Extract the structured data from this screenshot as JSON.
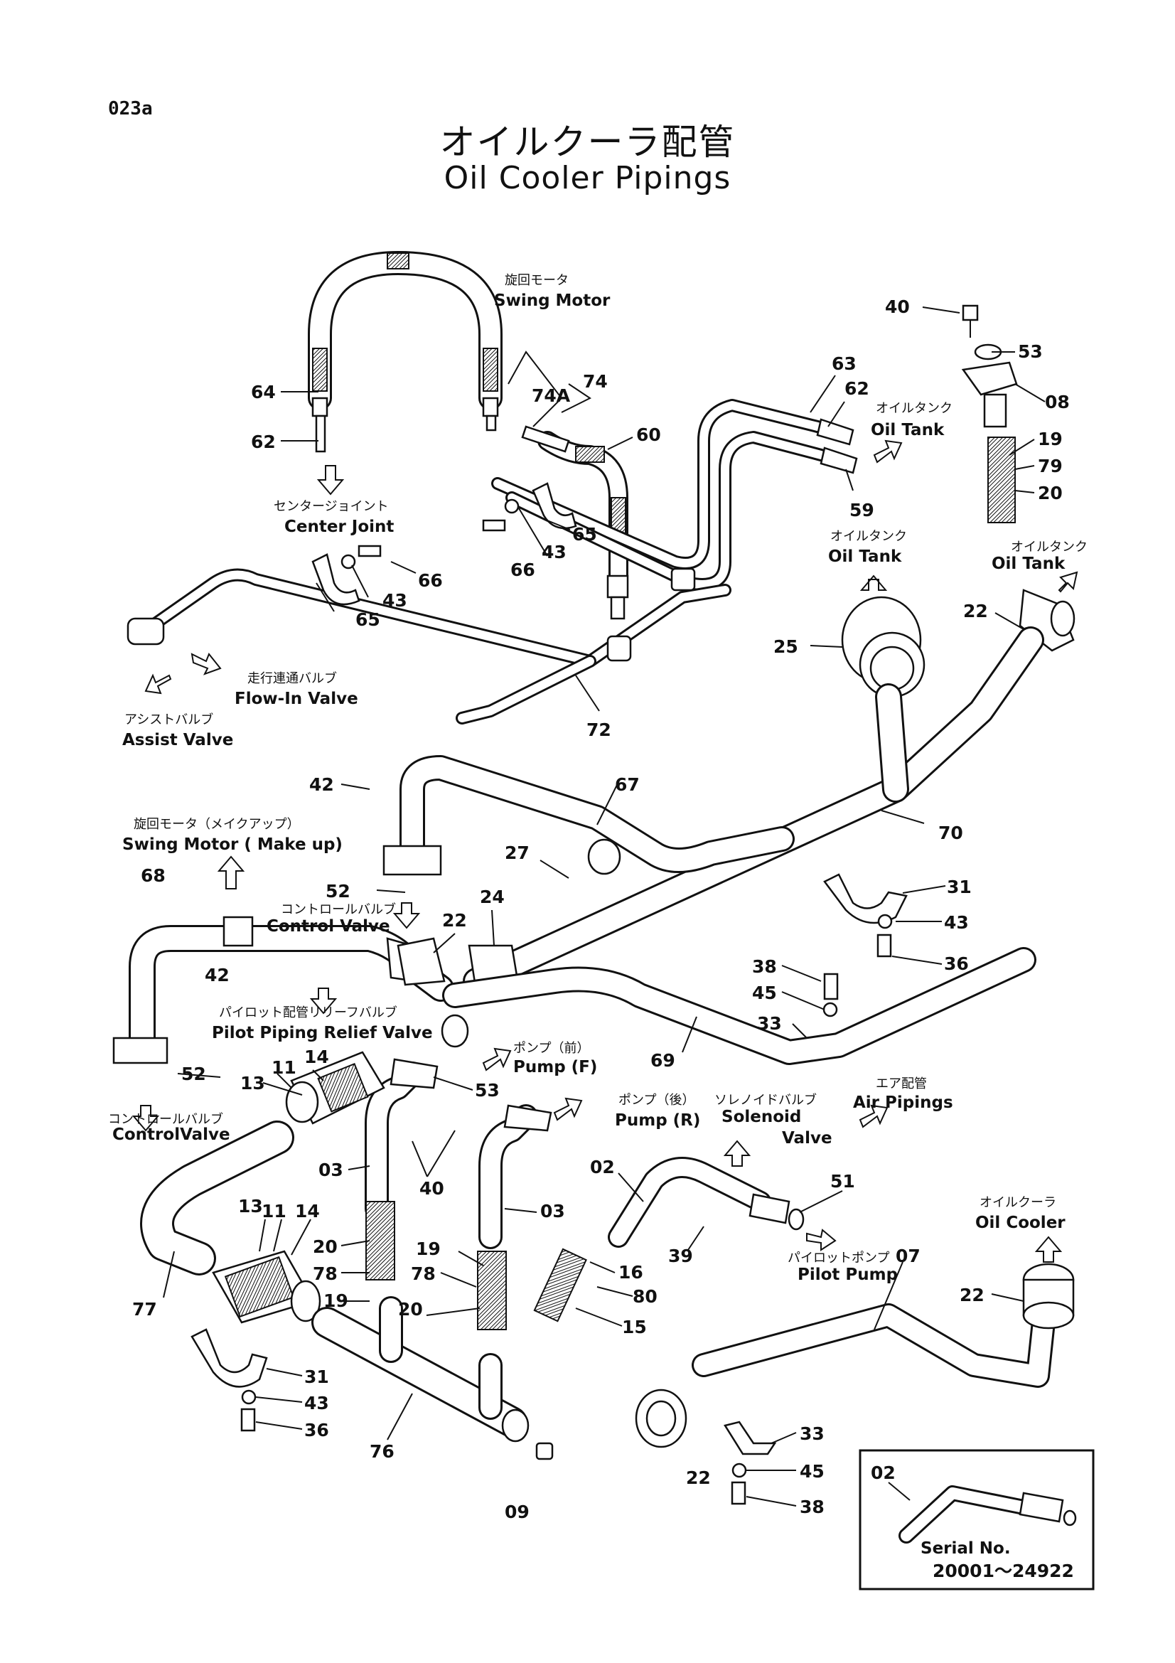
{
  "header": {
    "page_code": "023a",
    "title_jp": "オイルクーラ配管",
    "title_en": "Oil Cooler Pipings"
  },
  "parts": {
    "p40": "40",
    "p53a": "53",
    "p08": "08",
    "p19a": "19",
    "p79": "79",
    "p20a": "20",
    "p63": "63",
    "p62a": "62",
    "p59": "59",
    "p60": "60",
    "p74": "74",
    "p74a": "74A",
    "p64": "64",
    "p62b": "62",
    "p66a": "66",
    "p43a": "43",
    "p65a": "65",
    "p66b": "66",
    "p43b": "43",
    "p65b": "65",
    "p72": "72",
    "p25": "25",
    "p22a": "22",
    "p42a": "42",
    "p67": "67",
    "p70": "70",
    "p27": "27",
    "p31a": "31",
    "p43c": "43",
    "p36a": "36",
    "p68": "68",
    "p52a": "52",
    "p22b": "22",
    "p24": "24",
    "p42b": "42",
    "p38a": "38",
    "p45a": "45",
    "p33a": "33",
    "p52b": "52",
    "p11a": "11",
    "p14a": "14",
    "p13a": "13",
    "p53b": "53",
    "p69": "69",
    "p03a": "03",
    "p40b": "40",
    "p03b": "03",
    "p02a": "02",
    "p51": "51",
    "p39": "39",
    "p16": "16",
    "p80": "80",
    "p15": "15",
    "p13b": "13",
    "p11b": "11",
    "p14b": "14",
    "p20b": "20",
    "p78a": "78",
    "p19b": "19",
    "p19c": "19",
    "p78b": "78",
    "p20c": "20",
    "p77": "77",
    "p07": "07",
    "p22c": "22",
    "p31b": "31",
    "p43d": "43",
    "p36b": "36",
    "p76": "76",
    "p09": "09",
    "p22d": "22",
    "p33b": "33",
    "p45b": "45",
    "p38b": "38",
    "p02b": "02"
  },
  "labels": {
    "swing_motor_jp": "旋回モータ",
    "swing_motor_en": "Swing Motor",
    "oil_tank_jp_1": "オイルタンク",
    "oil_tank_en_1": "Oil Tank",
    "oil_tank_jp_2": "オイルタンク",
    "oil_tank_en_2": "Oil Tank",
    "oil_tank_jp_3": "オイルタンク",
    "oil_tank_en_3": "Oil Tank",
    "center_joint_jp": "センタージョイント",
    "center_joint_en": "Center Joint",
    "flow_in_jp": "走行連通バルブ",
    "flow_in_en": "Flow-In Valve",
    "assist_jp": "アシストバルブ",
    "assist_en": "Assist Valve",
    "swing_makeup_jp": "旋回モータ（メイクアップ）",
    "swing_makeup_en": "Swing Motor ( Make up)",
    "control_valve_jp_1": "コントロールバルブ",
    "control_valve_en_1": "Control Valve",
    "pilot_relief_jp": "パイロット配管リリーフバルブ",
    "pilot_relief_en": "Pilot Piping Relief Valve",
    "pump_f_jp": "ポンプ（前）",
    "pump_f_en": "Pump (F)",
    "control_valve_jp_2": "コントロールバルブ",
    "control_valve_en_2": "ControlValve",
    "pump_r_jp": "ポンプ（後）",
    "pump_r_en": "Pump (R)",
    "solenoid_jp": "ソレノイドバルブ",
    "solenoid_en_1": "Solenoid",
    "solenoid_en_2": "Valve",
    "air_jp": "エア配管",
    "air_en": "Air Pipings",
    "oil_cooler_jp": "オイルクーラ",
    "oil_cooler_en": "Oil Cooler",
    "pilot_pump_jp": "パイロットポンプ",
    "pilot_pump_en": "Pilot Pump"
  },
  "inset": {
    "serial_label": "Serial No.",
    "serial_range": "20001～24922"
  }
}
